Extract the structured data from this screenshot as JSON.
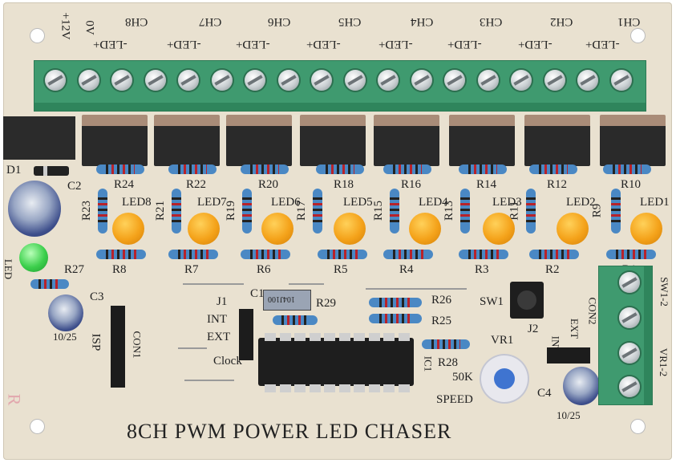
{
  "board": {
    "title": "8CH PWM POWER LED CHASER",
    "power_labels": [
      "+12V",
      "0V"
    ],
    "channels": [
      {
        "ch": "CH8",
        "led": "-LED+"
      },
      {
        "ch": "CH7",
        "led": "-LED+"
      },
      {
        "ch": "CH6",
        "led": "-LED+"
      },
      {
        "ch": "CH5",
        "led": "-LED+"
      },
      {
        "ch": "CH4",
        "led": "-LED+"
      },
      {
        "ch": "CH3",
        "led": "-LED+"
      },
      {
        "ch": "CH2",
        "led": "-LED+"
      },
      {
        "ch": "CH1",
        "led": "-LED+"
      }
    ],
    "top_resistors": [
      "R24",
      "R22",
      "R20",
      "R18",
      "R16",
      "R14",
      "R12",
      "R10"
    ],
    "vertical_resistors": [
      "R23",
      "R21",
      "R19",
      "R17",
      "R15",
      "R13",
      "R11",
      "R9"
    ],
    "leds": [
      "LED8",
      "LED7",
      "LED6",
      "LED5",
      "LED4",
      "LED3",
      "LED2",
      "LED1"
    ],
    "bottom_resistors": [
      "R8",
      "R7",
      "R6",
      "R5",
      "R4",
      "R3",
      "R2",
      "R1"
    ],
    "misc": {
      "d1": "D1",
      "c2": "C2",
      "r27": "R27",
      "c3": "C3",
      "c3_value": "10/25",
      "isp": "ISP",
      "con1": "CON1",
      "j1": "J1",
      "int": "INT",
      "ext": "EXT",
      "clock": "Clock",
      "c1": "C1",
      "c1_value": "104J100",
      "r29": "R29",
      "r26": "R26",
      "r25": "R25",
      "r28": "R28",
      "ic1": "IC1",
      "sw1": "SW1",
      "j2": "J2",
      "j2_int": "INT",
      "j2_ext": "EXT",
      "vr1": "VR1",
      "vr1_value": "50K",
      "speed": "SPEED",
      "c4": "C4",
      "c4_value": "10/25",
      "con2": "CON2",
      "sw1_2": "SW1-2",
      "vr1_2": "VR1-2",
      "led_green": "LED",
      "bottom_mark": "R"
    }
  }
}
